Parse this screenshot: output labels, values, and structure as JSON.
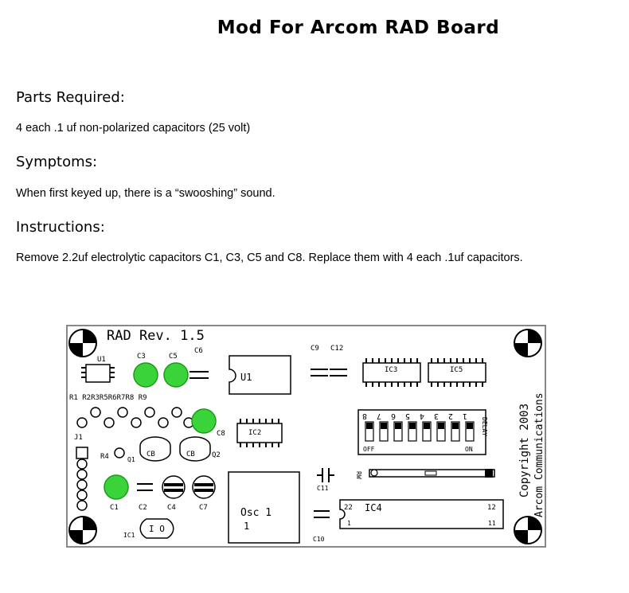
{
  "doc": {
    "title": "Mod For Arcom RAD Board",
    "parts_heading": "Parts Required:",
    "parts_text": "4 each .1 uf non-polarized capacitors (25 volt)",
    "symptoms_heading": "Symptoms:",
    "symptoms_text": "When first keyed up, there is a “swooshing” sound.",
    "instructions_heading": "Instructions:",
    "instructions_text": "Remove 2.2uf electrolytic capacitors C1, C3, C5 and C8. Replace them with 4 each .1uf capacitors."
  },
  "board": {
    "rev": "RAD Rev. 1.5",
    "u1_small": "U1",
    "c3": "C3",
    "c5": "C5",
    "c6": "C6",
    "u1_chip": "U1",
    "c9": "C9",
    "c12": "C12",
    "ic3": "IC3",
    "ic5": "IC5",
    "r_row": "R1  R2R3R5R6R7R8  R9",
    "c8": "C8",
    "ic2": "IC2",
    "j1": "J1",
    "r4": "R4",
    "q1": "Q1",
    "q2": "Q2",
    "cb_left": "CB",
    "cb_right": "CB",
    "c1": "C1",
    "c2": "C2",
    "c4": "C4",
    "c7": "C7",
    "ic1": "IC1",
    "ic1_io": "I O",
    "osc_line1": "Osc 1",
    "osc_line2": "1",
    "c11": "C11",
    "c10": "C10",
    "rw": "RW",
    "ic4": "IC4",
    "ic4_pin22": "22",
    "ic4_pin12": "12",
    "ic4_pin1": "1",
    "ic4_pin11": "11",
    "dip_numbers": [
      "8",
      "7",
      "6",
      "5",
      "4",
      "3",
      "2",
      "1"
    ],
    "dip_off": "OFF",
    "dip_on": "ON",
    "dip_delay": "DELAY",
    "copyright": "Copyright 2003",
    "company": "Arcom Communications",
    "highlight_color": "#3ad43a"
  }
}
